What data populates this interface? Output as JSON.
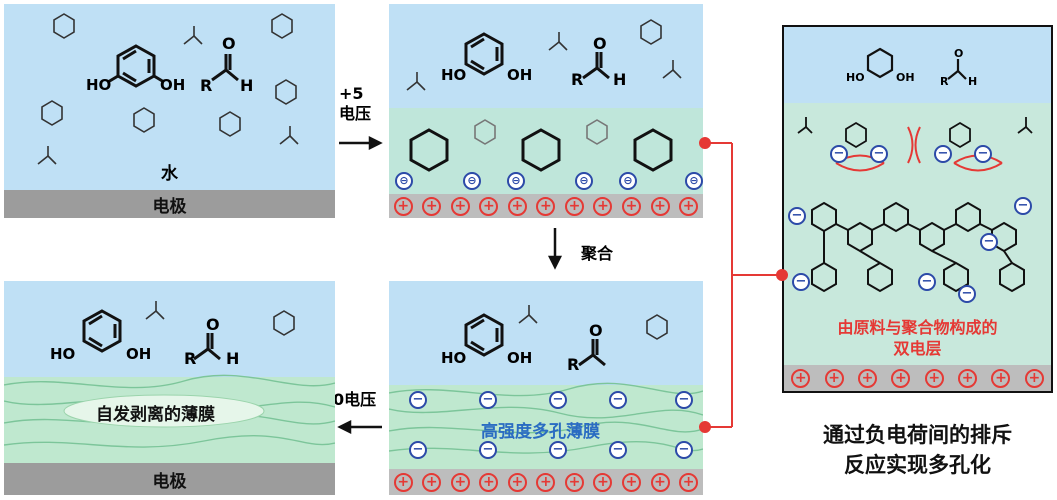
{
  "panels": {
    "top_left": {
      "water_label": "水",
      "electrode_label": "电极",
      "oh_label": "HO",
      "oh2_label": "OH",
      "r_label": "R",
      "o_label": "O",
      "h_label": "H"
    },
    "top_middle": {
      "oh_label": "HO",
      "oh2_label": "OH",
      "r_label": "R",
      "o_label": "O",
      "h_label": "H",
      "minus_symbol": "⊖",
      "plus_symbol": "+"
    },
    "bottom_middle": {
      "film_label": "高强度多孔薄膜",
      "oh_label": "HO",
      "oh2_label": "OH",
      "r_label": "R",
      "o_label": "O",
      "minus_symbol": "−"
    },
    "bottom_left": {
      "film_label": "自发剥离的薄膜",
      "electrode_label": "电极",
      "oh_label": "HO",
      "oh2_label": "OH",
      "r_label": "R",
      "o_label": "O",
      "h_label": "H"
    },
    "right": {
      "double_layer_label_line1": "由原料与聚合物构成的",
      "double_layer_label_line2": "双电层",
      "oh_label": "HO",
      "oh2_label": "OH",
      "r_label": "R",
      "o_label": "O",
      "h_label": "H"
    }
  },
  "arrows": {
    "voltage_on_label_line1": "+5",
    "voltage_on_label_line2": "电压",
    "polymerize_label": "聚合",
    "voltage_off_label": "0电压"
  },
  "caption": {
    "line1": "通过负电荷间的排斥",
    "line2": "反应实现多孔化"
  },
  "colors": {
    "water": "#bfe0f5",
    "electrode": "#9c9c9c",
    "layer": "#bfe6da",
    "film": "#bfe8cf",
    "negative_charge": "#2c4aa8",
    "positive_charge": "#e53935",
    "connector": "#e53935",
    "film_text": "#2a6cc2"
  }
}
